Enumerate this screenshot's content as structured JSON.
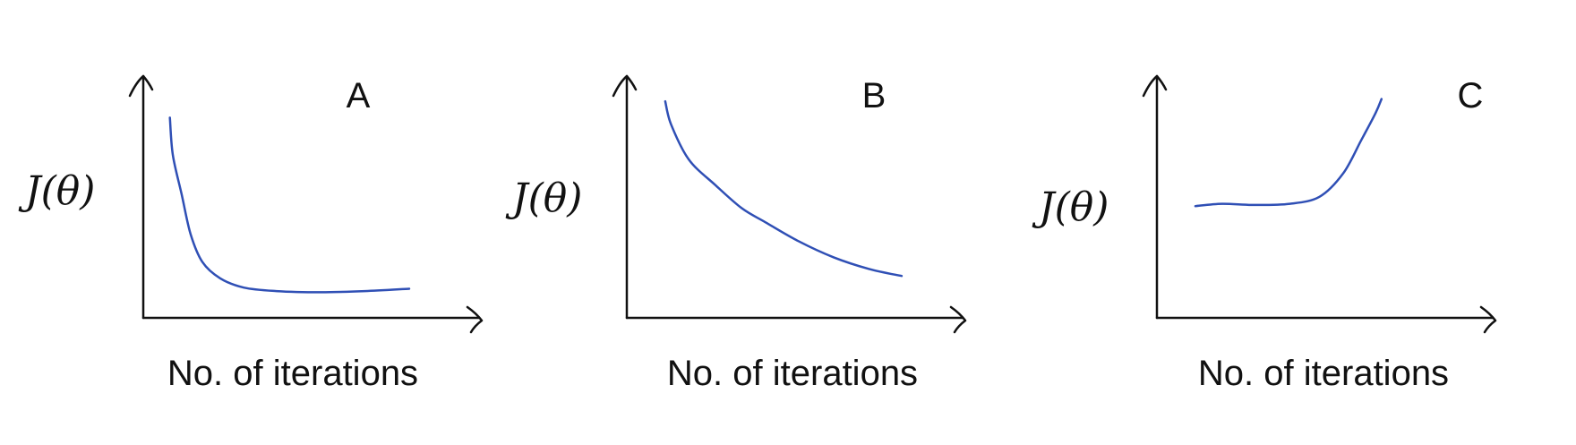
{
  "colors": {
    "curve": "#2f4fb5",
    "axis": "#111111",
    "background": "#ffffff"
  },
  "chart_data": [
    {
      "type": "line",
      "title": "A",
      "xlabel": "No. of iterations",
      "ylabel": "J(θ)",
      "xlim": [
        0,
        10
      ],
      "ylim": [
        0,
        10
      ],
      "grid": false,
      "series": [
        {
          "values": [
            [
              0.9,
              8.6
            ],
            [
              1.0,
              7.0
            ],
            [
              1.3,
              5.3
            ],
            [
              1.6,
              3.6
            ],
            [
              2.0,
              2.4
            ],
            [
              2.6,
              1.7
            ],
            [
              3.4,
              1.3
            ],
            [
              4.5,
              1.15
            ],
            [
              6.0,
              1.1
            ],
            [
              7.5,
              1.15
            ],
            [
              9.0,
              1.25
            ]
          ]
        }
      ]
    },
    {
      "type": "line",
      "title": "B",
      "xlabel": "No. of iterations",
      "ylabel": "J(θ)",
      "xlim": [
        0,
        10
      ],
      "ylim": [
        0,
        10
      ],
      "grid": false,
      "series": [
        {
          "values": [
            [
              1.3,
              9.3
            ],
            [
              1.5,
              8.3
            ],
            [
              2.1,
              6.8
            ],
            [
              3.0,
              5.7
            ],
            [
              3.9,
              4.7
            ],
            [
              4.7,
              4.1
            ],
            [
              5.8,
              3.3
            ],
            [
              7.0,
              2.6
            ],
            [
              8.2,
              2.1
            ],
            [
              9.3,
              1.8
            ]
          ]
        }
      ]
    },
    {
      "type": "line",
      "title": "C",
      "xlabel": "No. of iterations",
      "ylabel": "J(θ)",
      "xlim": [
        0,
        10
      ],
      "ylim": [
        0,
        10
      ],
      "grid": false,
      "series": [
        {
          "values": [
            [
              1.3,
              4.8
            ],
            [
              2.2,
              4.9
            ],
            [
              3.3,
              4.85
            ],
            [
              4.5,
              4.9
            ],
            [
              5.5,
              5.2
            ],
            [
              6.3,
              6.2
            ],
            [
              6.9,
              7.6
            ],
            [
              7.4,
              8.8
            ],
            [
              7.6,
              9.4
            ]
          ]
        }
      ]
    }
  ]
}
